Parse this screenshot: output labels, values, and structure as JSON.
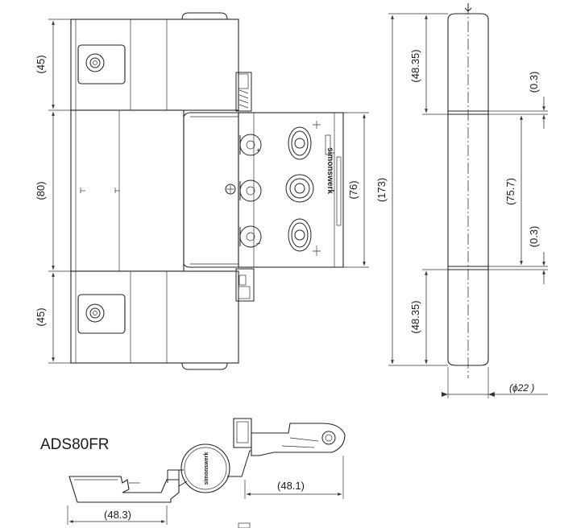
{
  "title": "ADS80FR",
  "dimensions": {
    "top_leaf": "(45)",
    "middle_leaf": "(80)",
    "bottom_leaf": "(45)",
    "frame_height": "(76)",
    "total_height": "(173)",
    "side_top": "(48.35)",
    "side_gap_top": "(0.3)",
    "side_middle": "(75.7)",
    "side_gap_bottom": "(0.3)",
    "side_bottom": "(48.35)",
    "diameter": "(ϕ22 )",
    "plan_right": "(48.1)",
    "plan_left": "(48.3)"
  },
  "brand_mark": "simonswerk"
}
